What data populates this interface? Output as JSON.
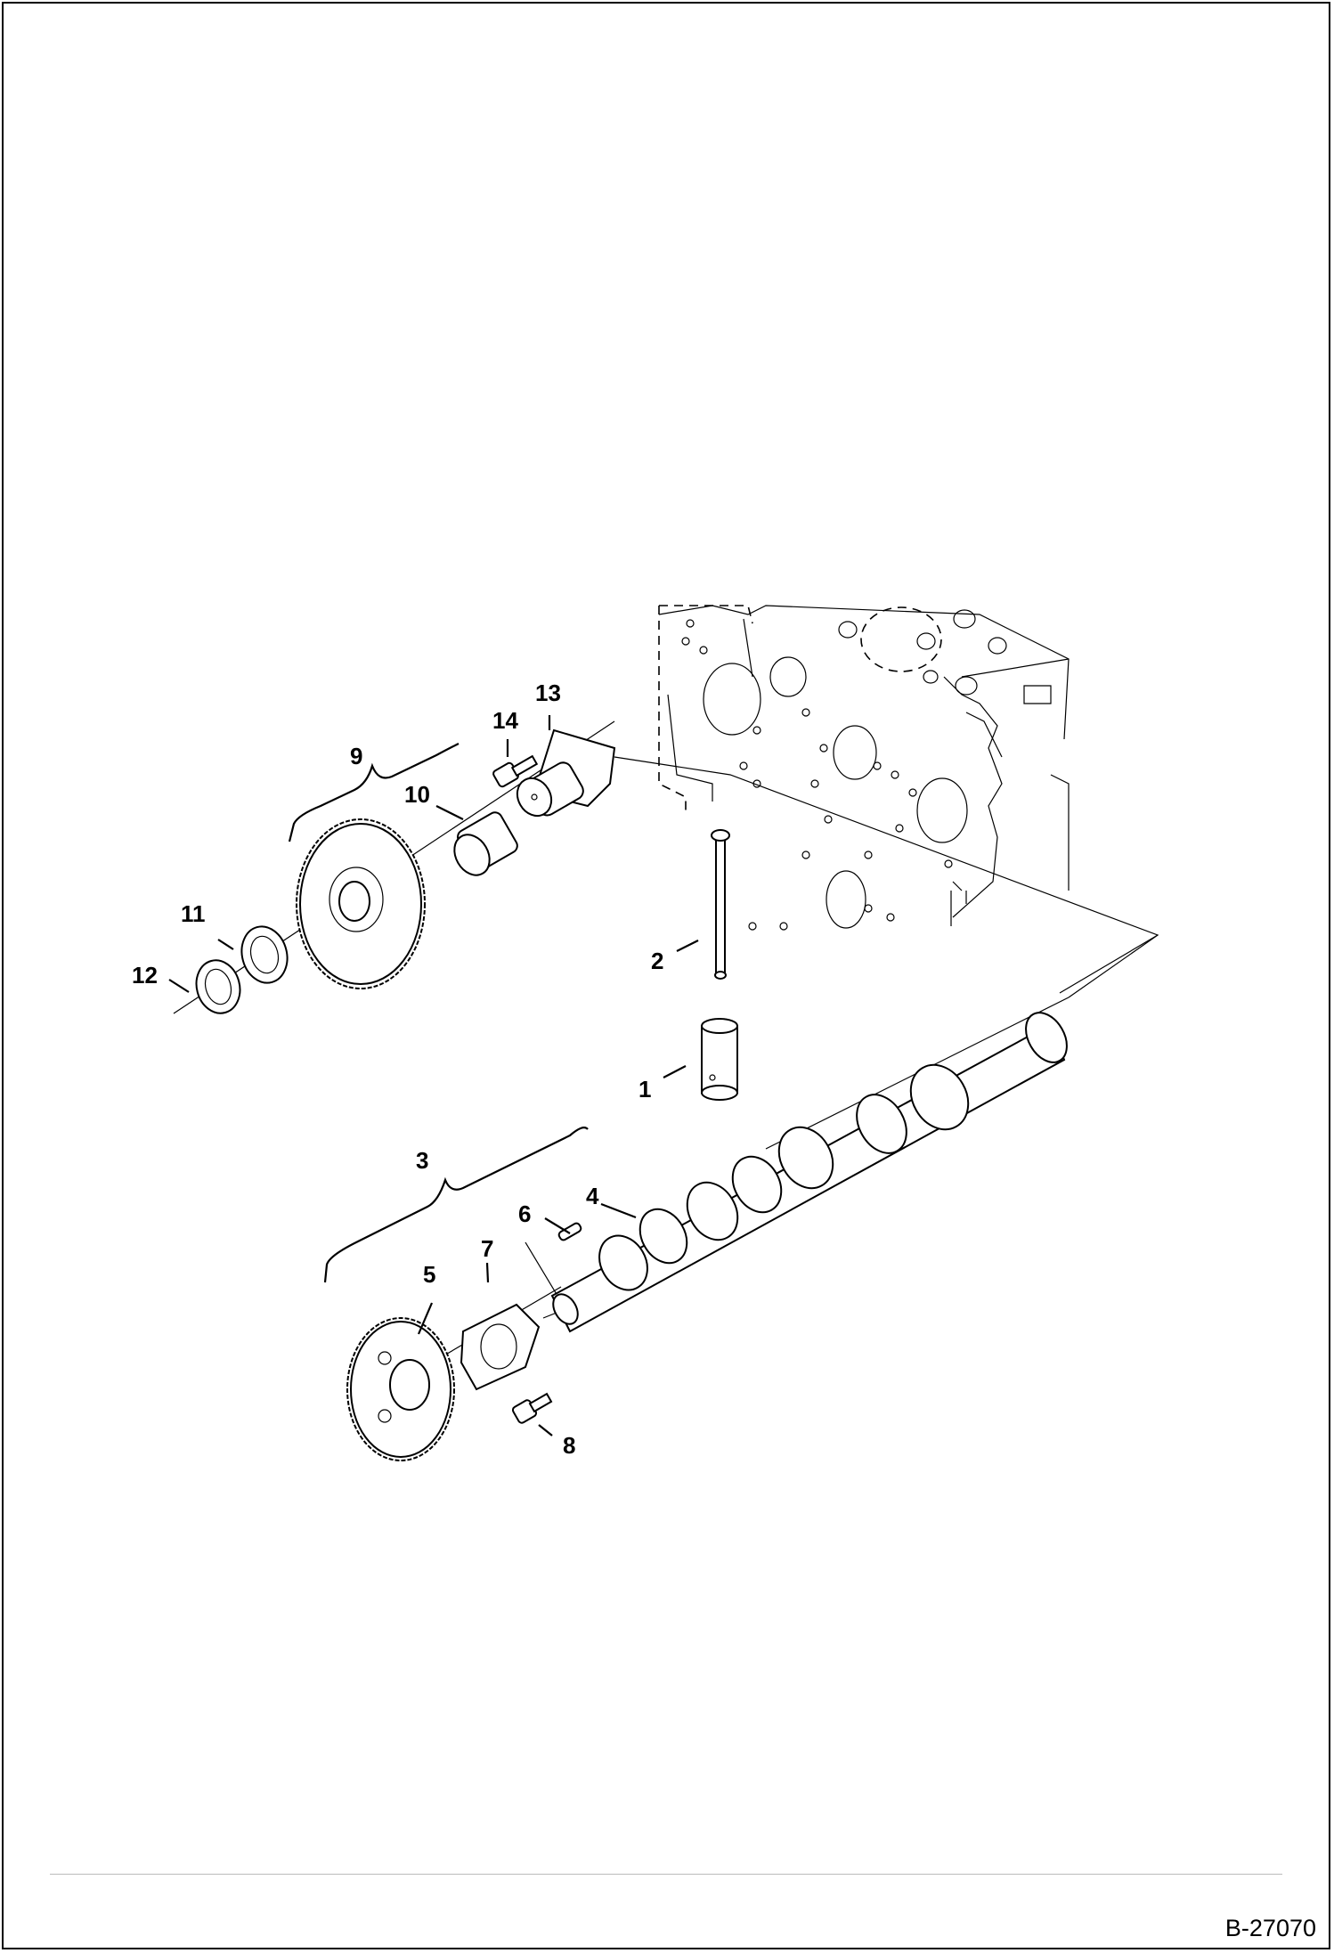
{
  "diagram": {
    "callouts": [
      "1",
      "2",
      "3",
      "4",
      "5",
      "6",
      "7",
      "8",
      "9",
      "10",
      "11",
      "12",
      "13",
      "14"
    ],
    "reference": "B-27070"
  }
}
